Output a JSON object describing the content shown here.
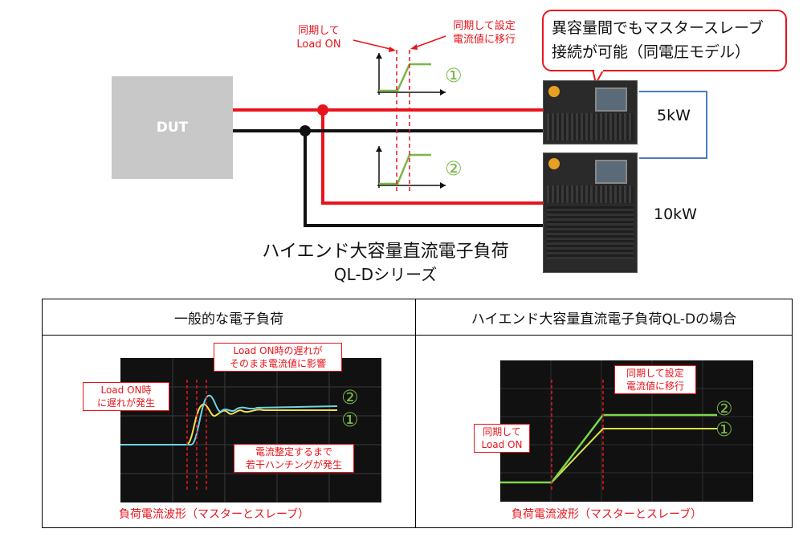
{
  "dut_label": "DUT",
  "sync_load_on": "同期して\nLoad ON",
  "sync_current": "同期して設定\n電流値に移行",
  "callout_line1": "異容量間でもマスタースレーブ",
  "callout_line2": "接続が可能（同電圧モデル）",
  "circle1": "①",
  "circle2": "②",
  "power_5k": "5kW",
  "power_10k": "10kW",
  "series_line1": "ハイエンド大容量直流電子負荷",
  "series_line2": "QL-Dシリーズ",
  "table": {
    "left_header": "一般的な電子負荷",
    "right_header": "ハイエンド大容量直流電子負荷QL-Dの場合",
    "left_ann_delay_effect": "Load ON時の遅れが\nそのまま電流値に影響",
    "left_ann_delay": "Load ON時\nに遅れが発生",
    "left_ann_hunting": "電流整定するまで\n若干ハンチングが発生",
    "right_ann_sync_current": "同期して設定\n電流値に移行",
    "right_ann_sync_load": "同期して\nLoad ON",
    "left_caption": "負荷電流波形（マスターとスレーブ）",
    "right_caption": "負荷電流波形（マスターとスレーブ）"
  },
  "colors": {
    "red": "#e8141c",
    "green": "#7ab648",
    "blue": "#4a7cc0",
    "black": "#111111"
  }
}
